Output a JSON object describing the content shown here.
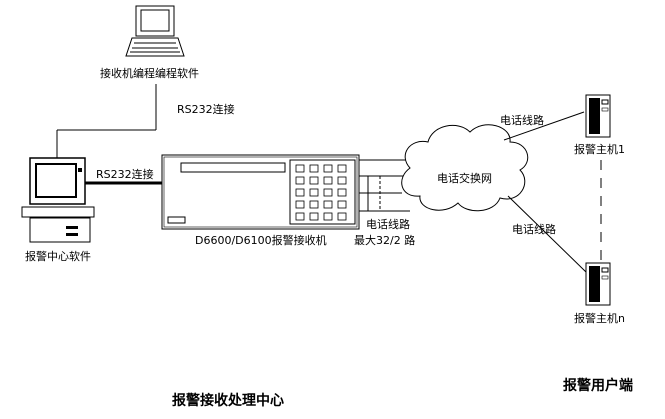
{
  "labels": {
    "laptop": "接收机编程编程软件",
    "rs232_top": "RS232连接",
    "rs232_left": "RS232连接",
    "alarm_center_software": "报警中心软件",
    "receiver_model": "D6600/D6100报警接收机",
    "phone_line_mid": "电话线路",
    "max_lines": "最大32/2 路",
    "cloud": "电话交换网",
    "phone_line_top": "电话线路",
    "phone_line_bottom": "电话线路",
    "host_1": "报警主机1",
    "host_n": "报警主机n",
    "center_section": "报警接收处理中心",
    "user_section": "报警用户端"
  }
}
